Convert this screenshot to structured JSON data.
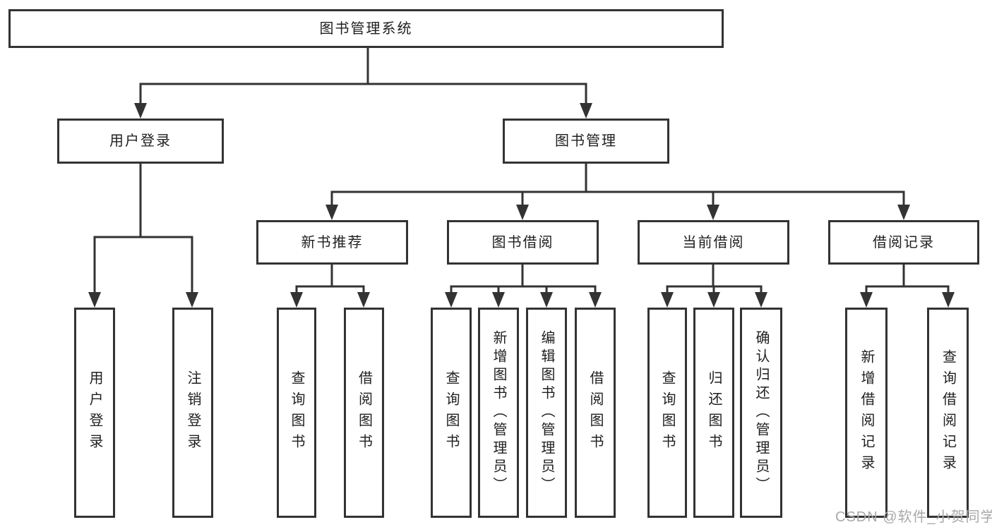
{
  "tree": {
    "root": {
      "label": "图书管理系统"
    },
    "level2": [
      {
        "label": "用户登录"
      },
      {
        "label": "图书管理"
      }
    ],
    "level3": [
      {
        "label": "新书推荐"
      },
      {
        "label": "图书借阅"
      },
      {
        "label": "当前借阅"
      },
      {
        "label": "借阅记录"
      }
    ],
    "leaves": {
      "user_login": [
        {
          "label": "用户登录"
        },
        {
          "label": "注销登录"
        }
      ],
      "new_book": [
        {
          "label": "查询图书"
        },
        {
          "label": "借阅图书"
        }
      ],
      "book_borrow": [
        {
          "label": "查询图书"
        },
        {
          "label": "新增图书（管理员）"
        },
        {
          "label": "编辑图书（管理员）"
        },
        {
          "label": "借阅图书"
        }
      ],
      "current_borrow": [
        {
          "label": "查询图书"
        },
        {
          "label": "归还图书"
        },
        {
          "label": "确认归还（管理员）"
        }
      ],
      "borrow_record": [
        {
          "label": "新增借阅记录"
        },
        {
          "label": "查询借阅记录"
        }
      ]
    },
    "watermark": "CSDN @软件_小贺同学",
    "colors": {
      "line": "#333333",
      "text": "#1f1f1f",
      "watermark": "#a8a8a8",
      "background": "#ffffff"
    }
  }
}
